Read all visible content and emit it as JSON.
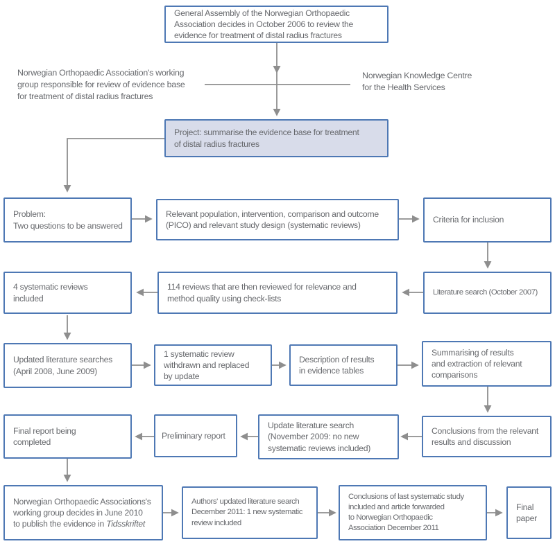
{
  "colors": {
    "box_border": "#4e78b4",
    "project_box_fill": "#d8dcea",
    "connector_gray": "#8e8e8e",
    "text_gray": "#67696d"
  },
  "boxes": {
    "general_assembly": "General Assembly of the Norwegian Orthopaedic\nAssociation decides in October 2006 to review the\nevidence for treatment of distal radius fractures",
    "working_group_label": "Norwegian Orthopaedic Association's working\ngroup responsible for review of evidence base\nfor treatment of distal radius fractures",
    "knowledge_centre_label": "Norwegian Knowledge Centre\nfor the Health Services",
    "project": "Project: summarise the evidence base for treatment\nof distal radius fractures",
    "problem": "Problem:\nTwo questions to be answered",
    "pico": "Relevant population, intervention, comparison and outcome\n(PICO) and relevant study design (systematic reviews)",
    "criteria": "Criteria for inclusion",
    "four_reviews": "4 systematic reviews\nincluded",
    "reviews_114": "114 reviews that are then reviewed for relevance and\nmethod quality using check-lists",
    "literature_search": "Literature search (October 2007)",
    "updated_searches": "Updated literature searches\n(April 2008, June 2009)",
    "review_withdrawn": "1 systematic review\nwithdrawn and replaced\nby update",
    "description_results": "Description of results\nin evidence tables",
    "summarising": "Summarising of results\nand extraction of relevant\ncomparisons",
    "final_report": "Final report being\ncompleted",
    "preliminary_report": "Preliminary report",
    "update_search": "Update literature search\n(November 2009: no new\nsystematic reviews included)",
    "conclusions_relevant": "Conclusions from the relevant\nresults and discussion",
    "publish_prefix": "Norwegian Orthopaedic Associations's\nworking group decides in June 2010\nto publish the evidence in ",
    "publish_italic": "Tidsskriftet",
    "authors_search": "Authors' updated literature search\nDecember 2011: 1 new systematic\nreview included",
    "conclusions_last": "Conclusions of last systematic study\nincluded and article forwarded\nto Norwegian Orthopaedic\nAssociation December 2011",
    "final_paper": "Final\npaper"
  }
}
